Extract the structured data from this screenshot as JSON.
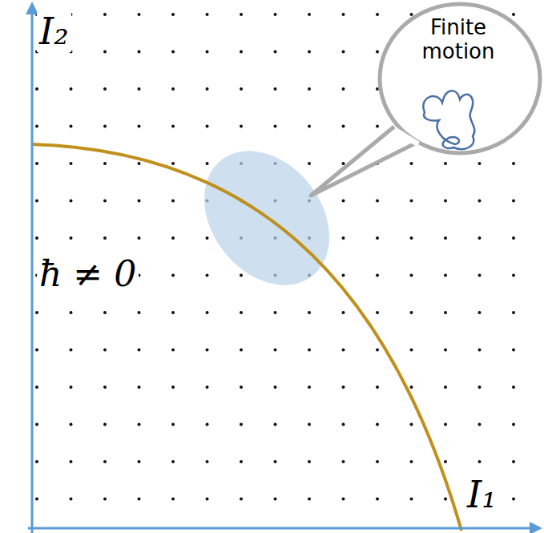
{
  "diagram": {
    "nodes": [
      {
        "text": [
          "Finite motion"
        ]
      }
    ],
    "labels": [
      "I₂",
      "I₁",
      "ħ ≠ 0"
    ]
  }
}
